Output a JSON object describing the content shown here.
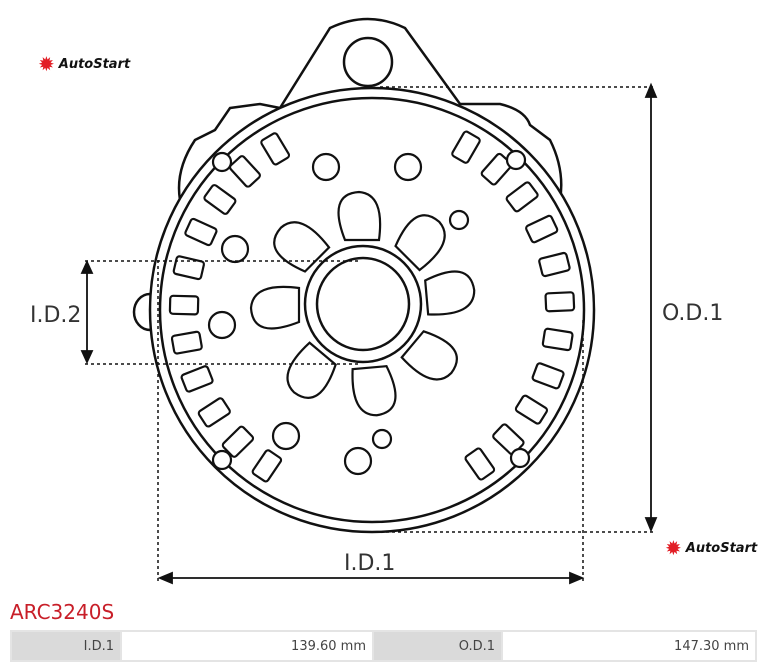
{
  "brand": {
    "name": "AutoStart",
    "color": "#e21e26"
  },
  "drawing": {
    "labels": {
      "id1": "I.D.1",
      "id2": "I.D.2",
      "od1": "O.D.1"
    }
  },
  "product": {
    "code": "ARC3240S"
  },
  "specs": [
    {
      "label": "I.D.1",
      "value": "139.60 mm"
    },
    {
      "label": "O.D.1",
      "value": "147.30 mm"
    }
  ]
}
